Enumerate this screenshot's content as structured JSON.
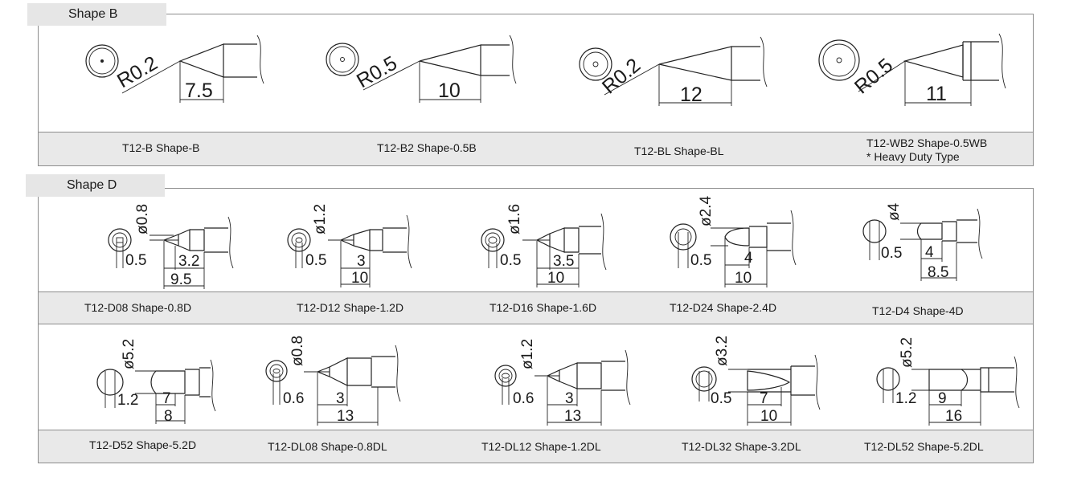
{
  "sections": {
    "b": {
      "title": "Shape B",
      "tips": [
        {
          "radius": "R0.2",
          "length": "7.5",
          "caption": "T12-B Shape-B",
          "note": ""
        },
        {
          "radius": "R0.5",
          "length": "10",
          "caption": "T12-B2 Shape-0.5B",
          "note": ""
        },
        {
          "radius": "R0.2",
          "length": "12",
          "caption": "T12-BL Shape-BL",
          "note": ""
        },
        {
          "radius": "R0.5",
          "length": "11",
          "caption": "T12-WB2 Shape-0.5WB",
          "note": "* Heavy Duty Type"
        }
      ]
    },
    "d": {
      "title": "Shape D",
      "tips": [
        {
          "diameter": "ø0.8",
          "thickness": "0.5",
          "inner": "3.2",
          "outer": "9.5",
          "caption": "T12-D08 Shape-0.8D"
        },
        {
          "diameter": "ø1.2",
          "thickness": "0.5",
          "inner": "3",
          "outer": "10",
          "caption": "T12-D12 Shape-1.2D"
        },
        {
          "diameter": "ø1.6",
          "thickness": "0.5",
          "inner": "3.5",
          "outer": "10",
          "caption": "T12-D16 Shape-1.6D"
        },
        {
          "diameter": "ø2.4",
          "thickness": "0.5",
          "inner": "4",
          "outer": "10",
          "caption": "T12-D24 Shape-2.4D"
        },
        {
          "diameter": "ø4",
          "thickness": "0.5",
          "inner": "4",
          "outer": "8.5",
          "caption": "T12-D4 Shape-4D"
        },
        {
          "diameter": "ø5.2",
          "thickness": "1.2",
          "inner": "7",
          "outer": "8",
          "caption": "T12-D52 Shape-5.2D"
        },
        {
          "diameter": "ø0.8",
          "thickness": "0.6",
          "inner": "3",
          "outer": "13",
          "caption": "T12-DL08 Shape-0.8DL"
        },
        {
          "diameter": "ø1.2",
          "thickness": "0.6",
          "inner": "3",
          "outer": "13",
          "caption": "T12-DL12 Shape-1.2DL"
        },
        {
          "diameter": "ø3.2",
          "thickness": "0.5",
          "inner": "7",
          "outer": "10",
          "caption": "T12-DL32 Shape-3.2DL"
        },
        {
          "diameter": "ø5.2",
          "thickness": "1.2",
          "inner": "9",
          "outer": "16",
          "caption": "T12-DL52 Shape-5.2DL"
        }
      ]
    }
  }
}
